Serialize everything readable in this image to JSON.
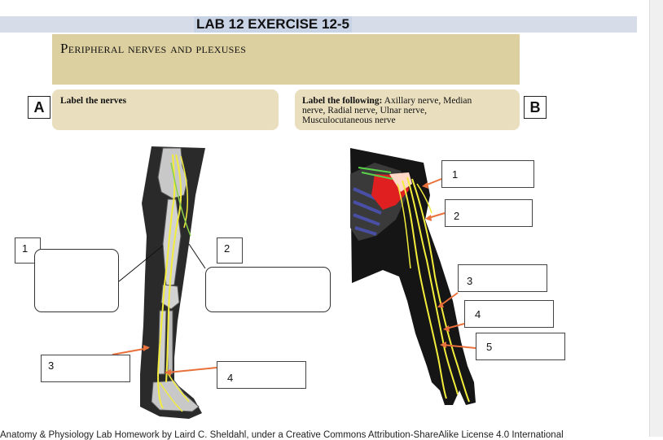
{
  "title": "LAB 12 EXERCISE 12-5",
  "banner": {
    "text": "Peripheral nerves and plexuses"
  },
  "panel_a": {
    "letter": "A",
    "heading": "Label the nerves"
  },
  "panel_b": {
    "letter": "B",
    "heading": "Label the following:",
    "line1": "Axillary nerve, Median",
    "line2": "nerve, Radial nerve, Ulnar nerve,",
    "line3": "Musculocutaneous nerve"
  },
  "leg_labels": [
    "1",
    "2",
    "3",
    "4"
  ],
  "arm_labels": [
    "1",
    "2",
    "3",
    "4",
    "5"
  ],
  "footer": "Anatomy & Physiology Lab Homework by Laird C. Sheldahl, under a Creative Commons Attribution-ShareAlike License 4.0 International",
  "colors": {
    "banner": "#ddd0a0",
    "panel": "#e9dfbf",
    "title_bar": "#d6dde8",
    "nerve": "#f2ec3c",
    "arrow": "#e8703a"
  }
}
